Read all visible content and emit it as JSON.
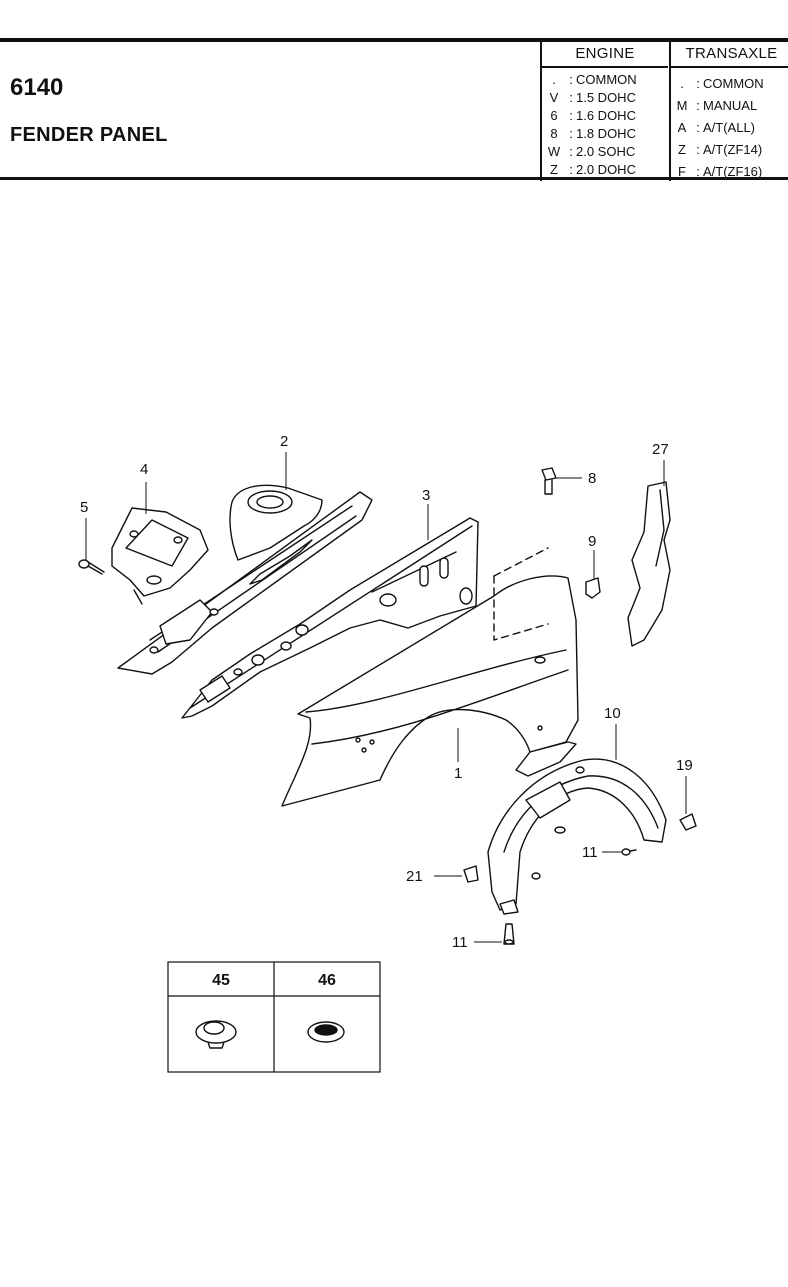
{
  "section": {
    "code": "6140",
    "title": "FENDER PANEL"
  },
  "legend": {
    "engine": {
      "header": "ENGINE",
      "rows": [
        {
          "code": ".",
          "label": "COMMON"
        },
        {
          "code": "V",
          "label": "1.5 DOHC"
        },
        {
          "code": "6",
          "label": "1.6 DOHC"
        },
        {
          "code": "8",
          "label": "1.8 DOHC"
        },
        {
          "code": "W",
          "label": "2.0 SOHC"
        },
        {
          "code": "Z",
          "label": "2.0 DOHC"
        }
      ]
    },
    "transaxle": {
      "header": "TRANSAXLE",
      "rows": [
        {
          "code": ".",
          "label": "COMMON"
        },
        {
          "code": "M",
          "label": "MANUAL"
        },
        {
          "code": "A",
          "label": "A/T(ALL)"
        },
        {
          "code": "Z",
          "label": "A/T(ZF14)"
        },
        {
          "code": "F",
          "label": "A/T(ZF16)"
        }
      ]
    }
  },
  "callouts": {
    "p1": "1",
    "p2": "2",
    "p3": "3",
    "p4": "4",
    "p5": "5",
    "p8": "8",
    "p9": "9",
    "p10": "10",
    "p11a": "11",
    "p11b": "11",
    "p19": "19",
    "p21": "21",
    "p27": "27"
  },
  "inset": {
    "left_label": "45",
    "right_label": "46"
  }
}
